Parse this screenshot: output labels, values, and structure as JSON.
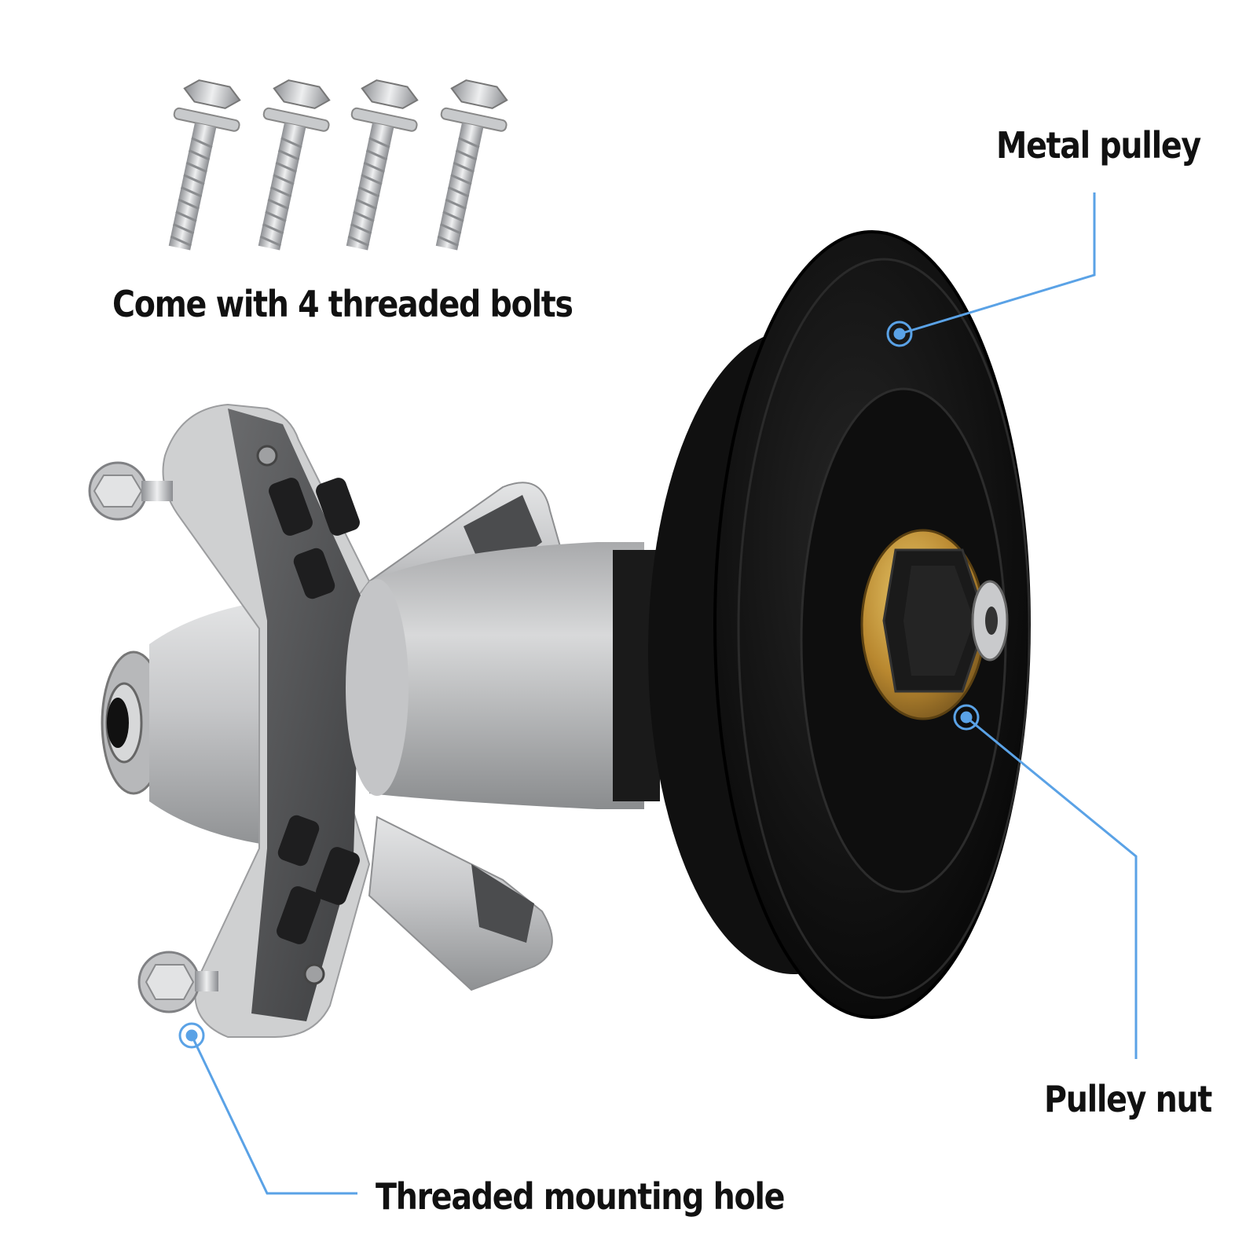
{
  "callouts": {
    "bolts": "Come with 4 threaded bolts",
    "metal_pulley": "Metal pulley",
    "pulley_nut": "Pulley nut",
    "mounting_hole": "Threaded mounting hole"
  },
  "colors": {
    "callout_line": "#5aa2e6",
    "text": "#111111",
    "pulley": "#0d0d0d",
    "housing": "#c9cacb",
    "nut": "#c49a3c"
  }
}
